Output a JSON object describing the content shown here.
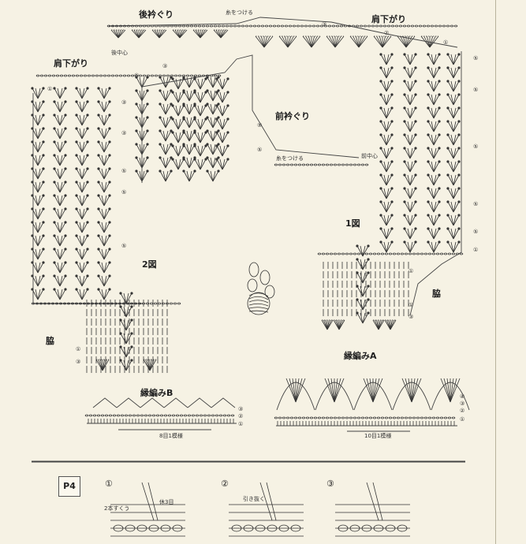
{
  "diagram": {
    "labels": {
      "back_neck": "後衿ぐり",
      "front_neck": "前衿ぐり",
      "shoulder_left": "肩下がり",
      "shoulder_right": "肩下がり",
      "fig1": "1図",
      "fig2": "2図",
      "side_left": "脇",
      "side_right": "脇",
      "edging_a": "縁編みA",
      "edging_b": "縁編みB",
      "join_yarn_top": "糸をつける",
      "join_yarn_front": "糸をつける",
      "back_center": "後中心",
      "front_center": "前中心",
      "repeat_a": "10目1模様",
      "repeat_b": "8目1模様"
    },
    "row_markers": {
      "top": [
        "③",
        "②",
        "①"
      ],
      "right_side": [
        "⑤",
        "⑤",
        "⑤",
        "⑤",
        "⑤",
        "①"
      ],
      "left_side": [
        "①",
        "③",
        "③",
        "⑤",
        "⑤",
        "⑤"
      ],
      "center_panel": [
        "③",
        "①",
        "⑤",
        "⑤"
      ],
      "fig1_bottom": [
        "①",
        "①",
        "③"
      ],
      "fig2_bottom": [
        "①",
        "③"
      ],
      "edging_a_rows": [
        "④",
        "③",
        "②",
        "①"
      ],
      "edging_b_rows": [
        "③",
        "②",
        "①"
      ]
    },
    "steps": [
      {
        "number": "①",
        "note_left": "2本すくう",
        "note_right": "休3目"
      },
      {
        "number": "②",
        "note_left": "引き抜く"
      },
      {
        "number": "③"
      }
    ],
    "badge": "P4"
  }
}
